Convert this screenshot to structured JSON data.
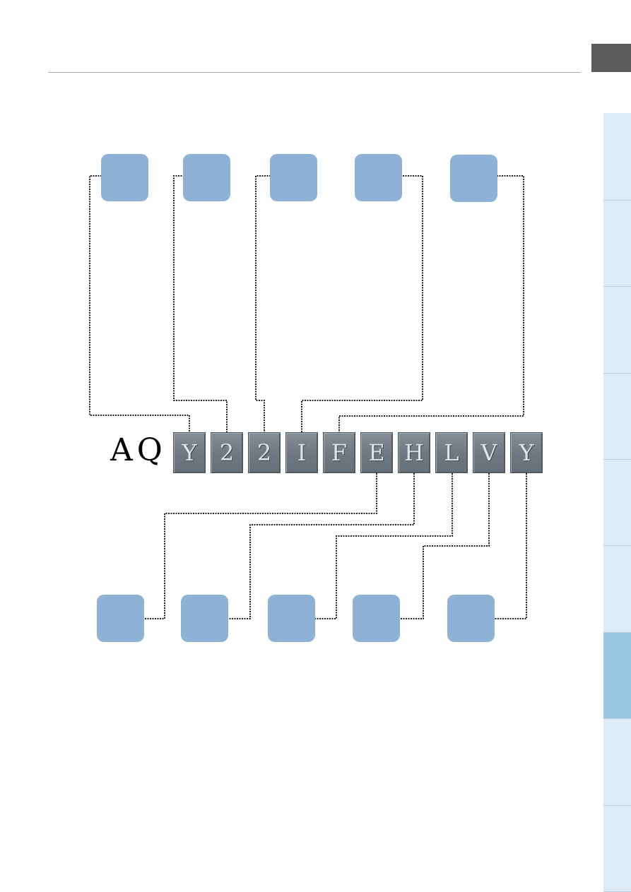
{
  "code": {
    "prefix": "AQ",
    "characters": [
      "Y",
      "2",
      "2",
      "I",
      "F",
      "E",
      "H",
      "L",
      "V",
      "Y"
    ]
  },
  "colors": {
    "callout_fill": "#8eb2d5",
    "char_tile": "#737c84",
    "side_tab_active": "#98c6de",
    "side_tab": "#deebf4",
    "corner_block": "#5a5c5d"
  },
  "side_tabs": {
    "count": 9,
    "active_index": 6
  },
  "callouts": {
    "top_count": 5,
    "bottom_count": 5
  }
}
